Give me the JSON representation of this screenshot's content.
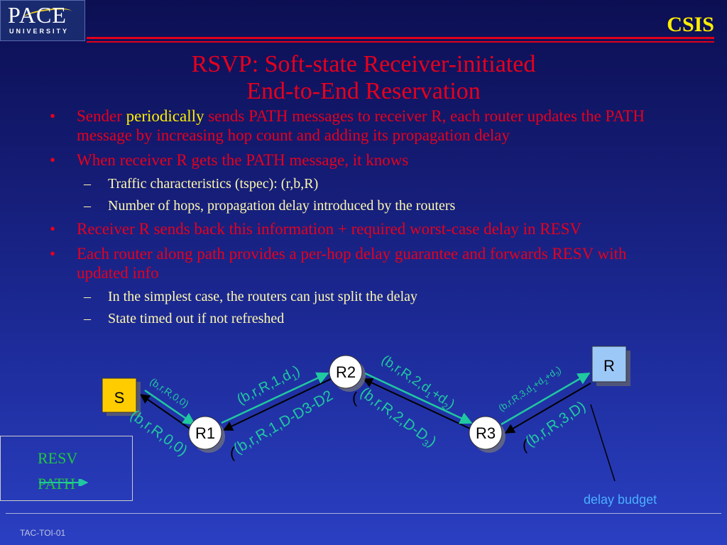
{
  "header": {
    "logo_text": "PACE",
    "logo_subtext": "UNIVERSITY",
    "dept": "CSIS"
  },
  "slide": {
    "title_line1": "RSVP: Soft-state Receiver-initiated",
    "title_line2": "End-to-End Reservation"
  },
  "bullets": [
    {
      "pre": "Sender ",
      "highlight": "periodically",
      "post": " sends PATH messages to receiver R, each router updates the PATH message by increasing hop count and adding its propagation delay"
    },
    {
      "text": "When receiver R gets the PATH message, it knows"
    },
    {
      "text": "Traffic characteristics (tspec): (r,b,R)"
    },
    {
      "text": "Number of hops, propagation delay introduced by the routers"
    },
    {
      "text": "Receiver R sends back this information + required worst-case delay in RESV"
    },
    {
      "text": "Each router along path provides a per-hop delay guarantee and forwards RESV with updated info"
    },
    {
      "text": "In the simplest case, the  routers can just split the delay"
    },
    {
      "text": "State timed out if not refreshed"
    }
  ],
  "diagram": {
    "nodes": {
      "s": "S",
      "r1": "R1",
      "r2": "R2",
      "r3": "R3",
      "r": "R"
    },
    "path_labels": {
      "s_r1": "(b,r,R,0,0)",
      "r1_r2": "(b,r,R,1,d",
      "r1_r2_sub": "1",
      "r2_r3": "(b,r,R,2,d",
      "r2_r3_sub1": "1",
      "r2_r3_mid": "+d",
      "r2_r3_sub2": "2",
      "r3_r": "(b,r,R,3,d",
      "r3_r_sub1": "1",
      "r3_r_mid1": "+d",
      "r3_r_sub2": "2",
      "r3_r_mid2": "+d",
      "r3_r_sub3": "3",
      "close": ")"
    },
    "resv_labels": {
      "r1_s": "(b,r,R,0,0)",
      "r2_r1": "(b,r,R,1,D-D3-D2",
      "r3_r2_pre": "(b,r,R,2,D-D",
      "r3_r2_sub": "3",
      "r_r3": "(b,r,R,3,D)",
      "open": "(",
      "close": ")"
    },
    "delay_budget": "delay budget"
  },
  "legend": {
    "resv": "RESV",
    "path": "PATH"
  },
  "footer": {
    "text": "TAC-TOI-01"
  },
  "colors": {
    "title": "#e8001c",
    "bullet_main": "#e8001c",
    "highlight": "#ffee00",
    "sub_bullet": "#fff8b0",
    "path_arrow": "#20c8a0",
    "resv_arrow": "#000000",
    "legend_text": "#20c840",
    "sender_fill": "#ffcc00",
    "receiver_fill": "#9cc8f8",
    "delay_budget": "#4ab0ff"
  }
}
